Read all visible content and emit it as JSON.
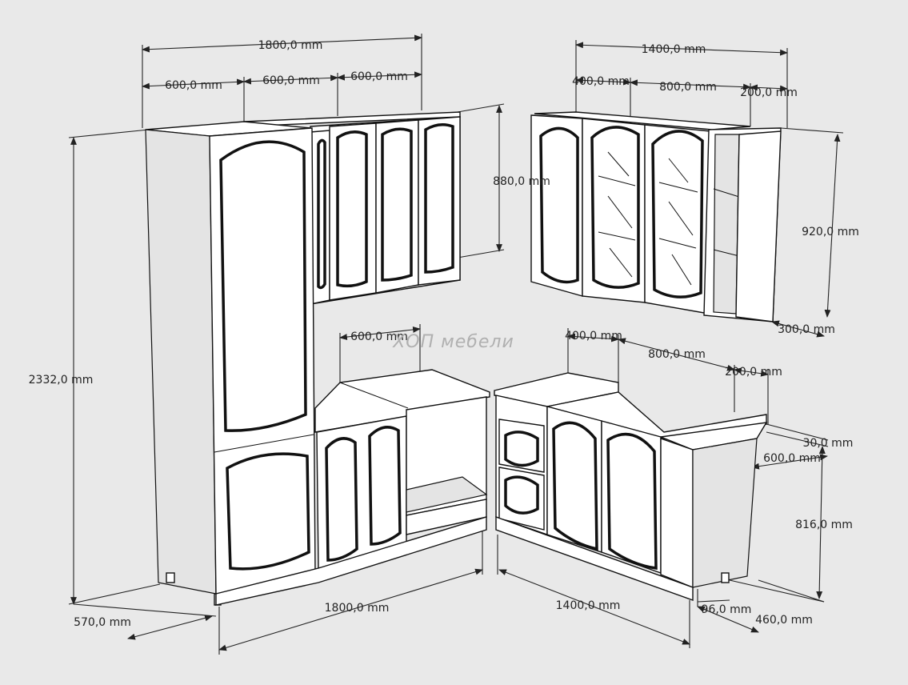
{
  "watermark": "ХОП мебели",
  "dimensions": {
    "upper_total_width": "1800,0 mm",
    "upper_left_w1": "600,0 mm",
    "upper_left_w2": "600,0 mm",
    "upper_left_w3": "600,0 mm",
    "upper_left_height": "880,0 mm",
    "upper_right_total_width": "1400,0 mm",
    "upper_right_w1": "400,0 mm",
    "upper_right_w2": "800,0 mm",
    "upper_right_w3": "200,0 mm",
    "upper_right_height": "920,0 mm",
    "upper_right_depth": "300,0 mm",
    "total_height": "2332,0 mm",
    "lower_oven_width": "600,0 mm",
    "lower_right_w1": "400,0 mm",
    "lower_right_w2": "800,0 mm",
    "lower_right_w3": "200,0 mm",
    "worktop_thickness": "30,0 mm",
    "lower_right_depth": "600,0 mm",
    "lower_height": "816,0 mm",
    "base_left_width": "1800,0 mm",
    "base_left_depth": "570,0 mm",
    "base_right_width": "1400,0 mm",
    "plinth": "96,0 mm",
    "base_right_depth": "460,0 mm"
  }
}
